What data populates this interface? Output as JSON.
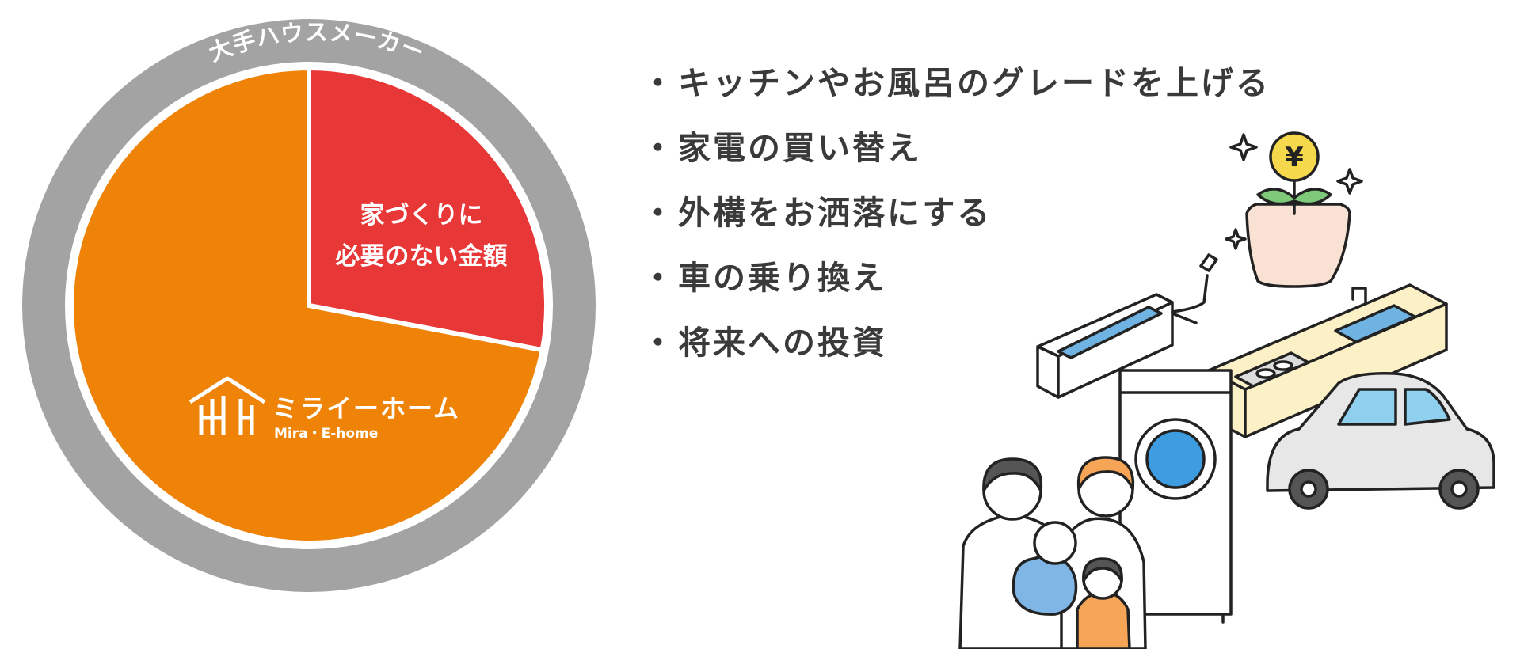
{
  "chart_data": {
    "type": "pie",
    "outer_ring_label": "大手ハウスメーカー",
    "slices": [
      {
        "label": "家づくりに必要のない金額",
        "label_lines": [
          "家づくりに",
          "必要のない金額"
        ],
        "fraction": 0.28,
        "color": "#e83737"
      },
      {
        "label": "ミライーホーム",
        "fraction": 0.72,
        "color": "#ee8307"
      }
    ],
    "ring_color": "#a3a3a3",
    "logo": {
      "name_ja": "ミライーホーム",
      "name_en": "Mira・E-home"
    }
  },
  "list": {
    "bullet": "・",
    "items": [
      "キッチンやお風呂のグレードを上げる",
      "家電の買い替え",
      "外構をお洒落にする",
      "車の乗り換え",
      "将来への投資"
    ]
  },
  "illustrations": [
    "money-plant-icon",
    "bathtub-icon",
    "kitchen-counter-icon",
    "washing-machine-icon",
    "car-icon",
    "family-icon"
  ],
  "money_symbol": "¥"
}
